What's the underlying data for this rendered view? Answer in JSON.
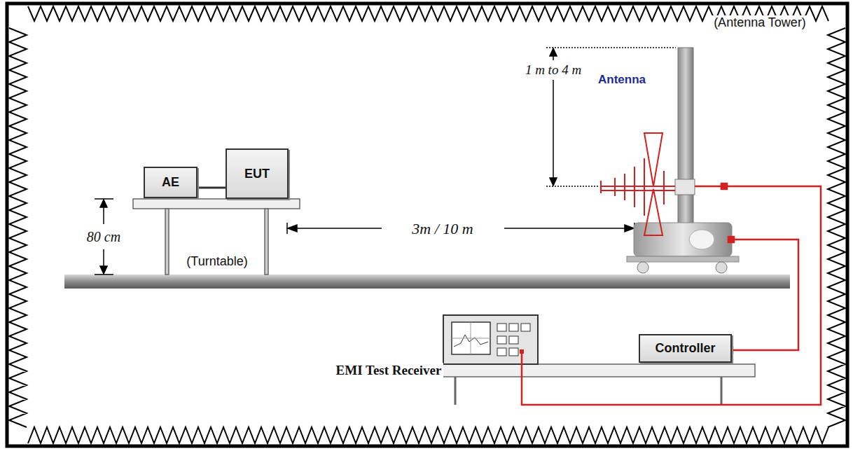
{
  "diagram": {
    "nodes": [
      {
        "text": [
          "AE"
        ]
      },
      {
        "text": [
          "EUT"
        ]
      },
      {
        "text": [
          "Controller"
        ]
      }
    ],
    "edges": [
      {
        "from": 0,
        "to": 1,
        "arrow": "none"
      }
    ],
    "labels": [
      "1 m to 4 m",
      "Antenna",
      "(Antenna Tower)",
      "80 cm",
      "(Turntable)",
      "3m / 10 m",
      "EMI Test Receiver"
    ]
  }
}
